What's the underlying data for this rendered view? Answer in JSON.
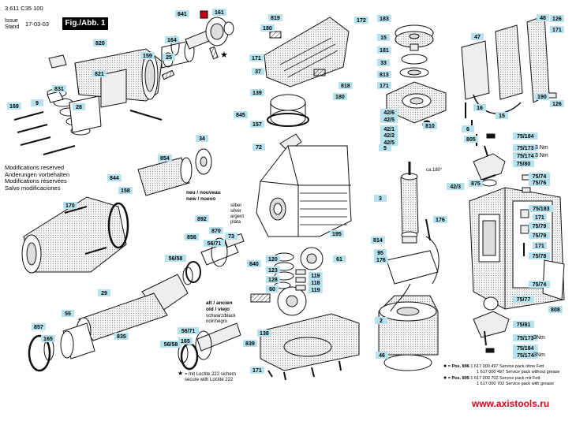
{
  "header": {
    "doc_number": "3 611 C35 100",
    "issue_label": "Issue",
    "stand_label": "Stand",
    "date": "17-03-03",
    "fig_label": "Fig./Abb. 1"
  },
  "modifications": [
    "Modifications reserved",
    "Änderungen vorbehalten",
    "Modifications réservées",
    "Salvo modificaciones"
  ],
  "variant_new": [
    "neu / nouveau",
    "new / nuevo"
  ],
  "variant_new_material": [
    "silber",
    "silver",
    "argent",
    "plata"
  ],
  "variant_old": [
    "alt / ancien",
    "old / viejo"
  ],
  "variant_old_material": [
    "schwarz/black",
    "noir/negro"
  ],
  "loctite_note": [
    "= mit Loctite 222 sichern",
    "secure with Loctite 222"
  ],
  "service_packs": [
    {
      "pos": "= Pos. 896",
      "lines": [
        "1 617 000 497 Service pack ohne Fett",
        "1 617 000 497 Service pack without grease"
      ]
    },
    {
      "pos": "= Pos. 895",
      "lines": [
        "1 617 000 702 Service pack mit Fett",
        "1 617 000 702 Service pack with grease"
      ]
    }
  ],
  "torque_labels": [
    "3 Nm",
    "3 Nm",
    "3Nm",
    "3Nm"
  ],
  "angle_label": "ca.180°",
  "watermark": "www.axistools.ru",
  "part_labels": [
    "841",
    "161",
    "164",
    "820",
    "821",
    "159",
    "25",
    "831",
    "169",
    "28",
    "9",
    "819",
    "180",
    "171",
    "37",
    "172",
    "183",
    "15",
    "181",
    "33",
    "48",
    "126",
    "47",
    "171",
    "813",
    "190",
    "126",
    "16",
    "15",
    "818",
    "180",
    "171",
    "139",
    "845",
    "157",
    "72",
    "42/6",
    "42/5",
    "810",
    "42/1",
    "42/3",
    "42/2",
    "6",
    "805",
    "75/184",
    "75/173",
    "75/174",
    "75/80",
    "34",
    "854",
    "844",
    "158",
    "170",
    "892",
    "856",
    "56/71",
    "870",
    "73",
    "56/58",
    "3",
    "875",
    "75/74",
    "75/76",
    "75/183",
    "171",
    "75/79",
    "75/79",
    "171",
    "75/78",
    "176",
    "814",
    "95",
    "176",
    "120",
    "123",
    "128",
    "60",
    "61",
    "119",
    "118",
    "119",
    "840",
    "195",
    "29",
    "835",
    "55",
    "857",
    "165",
    "56/71",
    "56/58",
    "165",
    "839",
    "138",
    "171",
    "2",
    "46",
    "75/74",
    "75/77",
    "75/81",
    "75/173",
    "75/184",
    "75/174",
    "808",
    "42/3",
    "5",
    "42/5",
    "42/6"
  ]
}
